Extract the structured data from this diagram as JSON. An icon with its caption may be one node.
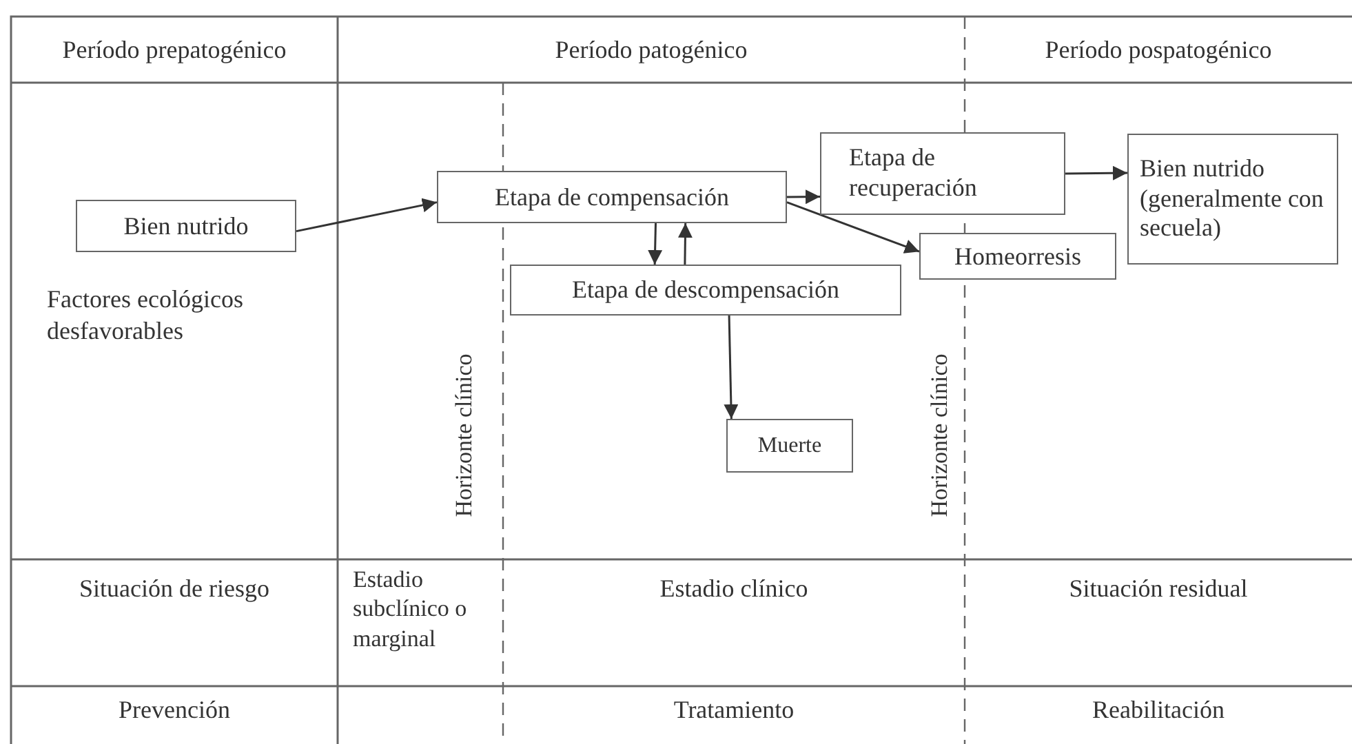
{
  "diagram": {
    "nodes": [
      {
        "text": [
          "Bien nutrido"
        ]
      },
      {
        "text": [
          "Etapa de compensación"
        ]
      },
      {
        "text": [
          "Etapa de recuperación"
        ]
      },
      {
        "text": [
          "Bien nutrido (generalmente con secuela)"
        ]
      },
      {
        "text": [
          "Homeorresis"
        ]
      },
      {
        "text": [
          "Etapa de descompensación"
        ]
      },
      {
        "text": [
          "Muerte"
        ]
      }
    ],
    "edges": [
      {
        "from": 0,
        "to": 1,
        "arrow": "to"
      },
      {
        "from": 1,
        "to": 2,
        "arrow": "to"
      },
      {
        "from": 2,
        "to": 3,
        "arrow": "to"
      },
      {
        "from": 1,
        "to": 4,
        "arrow": "to"
      },
      {
        "from": 1,
        "to": 5,
        "arrow": "to"
      },
      {
        "from": 5,
        "to": 1,
        "arrow": "to"
      },
      {
        "from": 5,
        "to": 6,
        "arrow": "to"
      }
    ],
    "labels": [
      "Período prepatogénico",
      "Período patogénico",
      "Período pospatogénico",
      "Factores ecológicos desfavorables",
      "Horizonte clínico",
      "Horizonte clínico",
      "Situación de riesgo",
      "Estadio subclínico o marginal",
      "Estadio clínico",
      "Situación residual",
      "Prevención",
      "Tratamiento",
      "Reabilitación"
    ]
  }
}
